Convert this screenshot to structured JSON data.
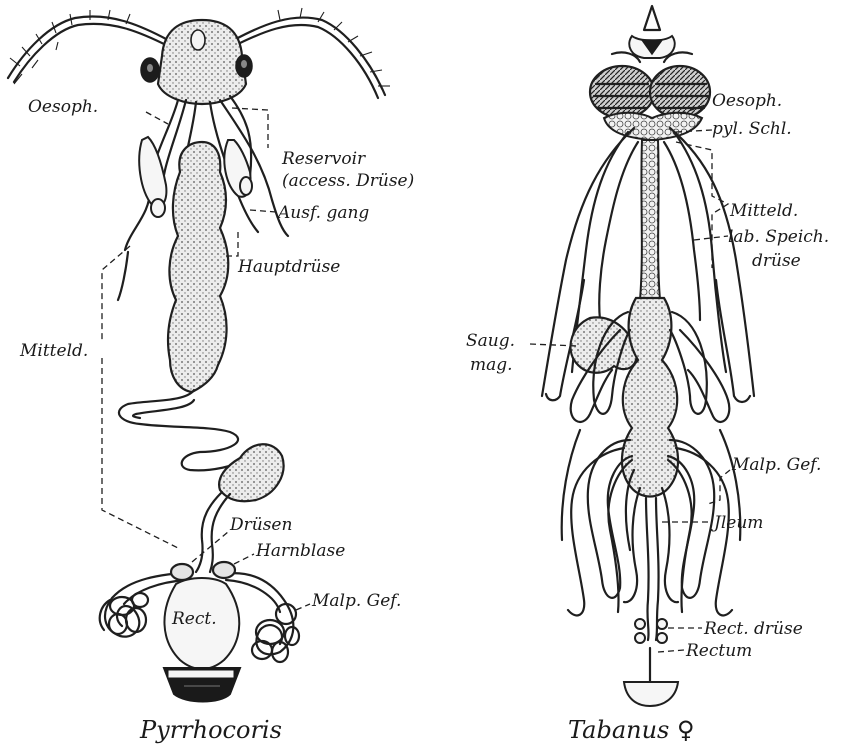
{
  "pyrrhocoris": {
    "caption": "Pyrrhocoris",
    "labels": {
      "oesoph": "Oesoph.",
      "reservoir": "Reservoir",
      "access_druese": "(access. Drüse)",
      "ausf_gang": "Ausf. gang",
      "hauptdruese": "Hauptdrüse",
      "mitteld": "Mitteld.",
      "druesen": "Drüsen",
      "harnblase": "Harnblase",
      "malp_gef": "Malp. Gef.",
      "rect": "Rect."
    }
  },
  "tabanus": {
    "caption": "Tabanus ♀",
    "labels": {
      "oesoph": "Oesoph.",
      "pyl_schl": "pyl. Schl.",
      "mitteld": "Mitteld.",
      "lab_speich": "lab. Speich.",
      "druese": "drüse",
      "saug": "Saug.",
      "mag": "mag.",
      "malp_gef": "Malp. Gef.",
      "jleum": "Jleum",
      "rect_druese": "Rect. drüse",
      "rectum": "Rectum"
    }
  }
}
